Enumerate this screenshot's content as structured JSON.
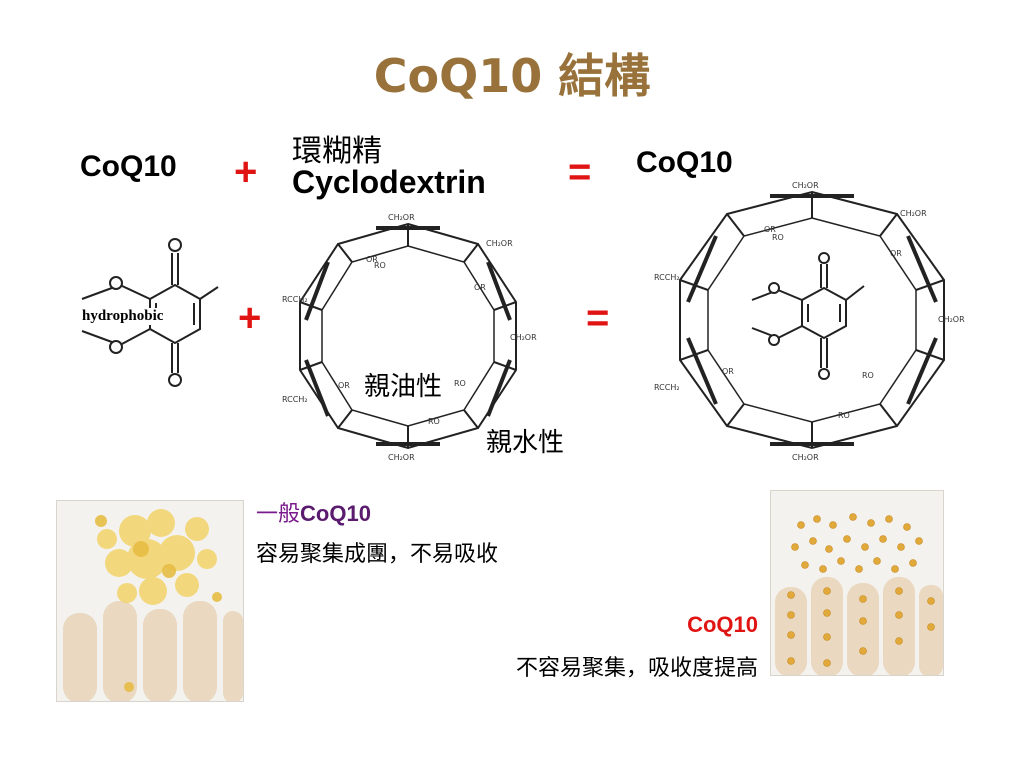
{
  "title": "CoQ10  結構",
  "equation_top": {
    "left_label": "CoQ10",
    "plus": "+",
    "cyclo_cn": "環糊精",
    "cyclo_en": "Cyclodextrin",
    "equals": "=",
    "right_label": "CoQ10"
  },
  "equation_mid": {
    "hydrophobic_label": "hydrophobic",
    "plus": "+",
    "equals": "=",
    "lipophilic_label": "親油性",
    "hydrophilic_label": "親水性"
  },
  "comparison": {
    "ordinary_prefix": "一般",
    "ordinary_name": "CoQ10",
    "ordinary_desc": "容易聚集成團，不易吸收",
    "improved_name": "CoQ10",
    "improved_desc": "不容易聚集，吸收度提高"
  },
  "ring_labels": {
    "ch2or": "CH₂OR",
    "or": "OR",
    "ro": "RO",
    "rcch2": "RCCH₂"
  },
  "colors": {
    "title": "#98723a",
    "operator": "#e11414",
    "ordinary_prefix": "#7a1a8c",
    "ordinary_name": "#5a1a6e",
    "improved_name": "#e11414",
    "particle_large": "#f2d36a",
    "particle_small": "#e0a93a",
    "villi": "#ead8c0"
  }
}
